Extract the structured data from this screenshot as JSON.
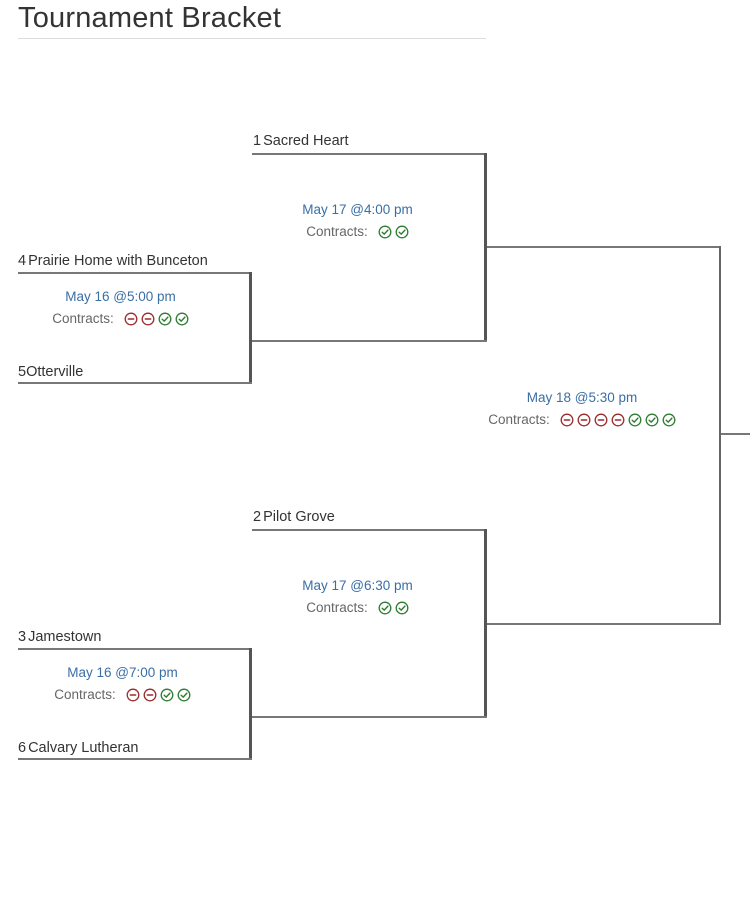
{
  "page": {
    "title": "Tournament Bracket"
  },
  "contracts_label": "Contracts:",
  "colors": {
    "pending": "#9b2c2c",
    "signed": "#2e7d32",
    "time": "#3a6ea5",
    "line": "#666666"
  },
  "icons": {
    "pending": "minus-circle-icon",
    "signed": "check-circle-icon"
  },
  "round1": [
    {
      "top": {
        "seed": "4",
        "name": "Prairie Home with Bunceton"
      },
      "bottom": {
        "seed": "5",
        "name": "Otterville"
      },
      "time": "May 16 @5:00 pm",
      "contracts": [
        "pending",
        "pending",
        "signed",
        "signed"
      ]
    },
    {
      "top": {
        "seed": "3",
        "name": "Jamestown"
      },
      "bottom": {
        "seed": "6",
        "name": "Calvary Lutheran"
      },
      "time": "May 16 @7:00 pm",
      "contracts": [
        "pending",
        "pending",
        "signed",
        "signed"
      ]
    }
  ],
  "round2": [
    {
      "top": {
        "seed": "1",
        "name": "Sacred Heart"
      },
      "time": "May 17 @4:00 pm",
      "contracts": [
        "signed",
        "signed"
      ]
    },
    {
      "top": {
        "seed": "2",
        "name": "Pilot Grove"
      },
      "time": "May 17 @6:30 pm",
      "contracts": [
        "signed",
        "signed"
      ]
    }
  ],
  "final": {
    "time": "May 18 @5:30 pm",
    "contracts": [
      "pending",
      "pending",
      "pending",
      "pending",
      "signed",
      "signed",
      "signed"
    ]
  }
}
